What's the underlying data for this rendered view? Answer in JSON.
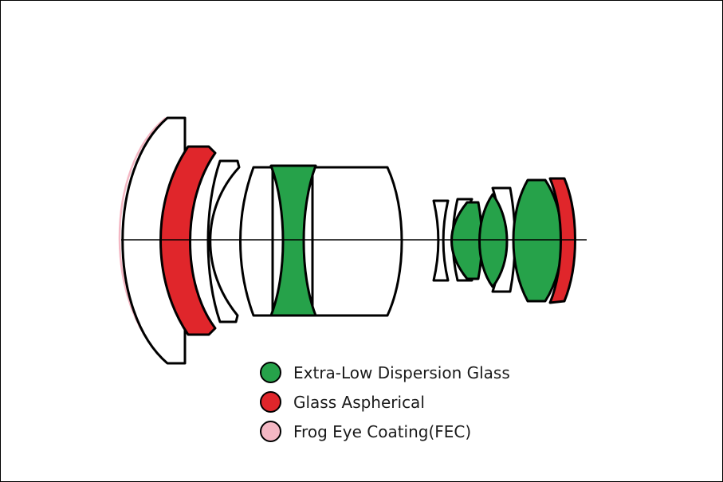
{
  "colors": {
    "ed_glass": "#26a24a",
    "aspherical": "#e0262b",
    "fec": "#f4b8c4",
    "outline": "#000000"
  },
  "legend": [
    {
      "label": "Extra-Low Dispersion Glass",
      "color": "#26a24a",
      "icon": "green-dot-icon"
    },
    {
      "label": "Glass Aspherical",
      "color": "#e0262b",
      "icon": "red-dot-icon"
    },
    {
      "label": "Frog Eye Coating(FEC)",
      "color": "#f4b8c4",
      "icon": "pink-dot-icon"
    }
  ],
  "elements": [
    {
      "id": "front-meniscus",
      "material": "plain",
      "coating": "fec"
    },
    {
      "id": "aspherical-1",
      "material": "aspherical"
    },
    {
      "id": "meniscus-2",
      "material": "plain"
    },
    {
      "id": "group-1-front",
      "material": "plain"
    },
    {
      "id": "ed-concave-1",
      "material": "ed_glass"
    },
    {
      "id": "group-1-rear",
      "material": "plain"
    },
    {
      "id": "small-concave",
      "material": "plain"
    },
    {
      "id": "ed-convex-1",
      "material": "ed_glass"
    },
    {
      "id": "ed-convex-2",
      "material": "ed_glass"
    },
    {
      "id": "plain-meniscus-3",
      "material": "plain"
    },
    {
      "id": "ed-convex-3",
      "material": "ed_glass"
    },
    {
      "id": "aspherical-2",
      "material": "aspherical"
    }
  ]
}
